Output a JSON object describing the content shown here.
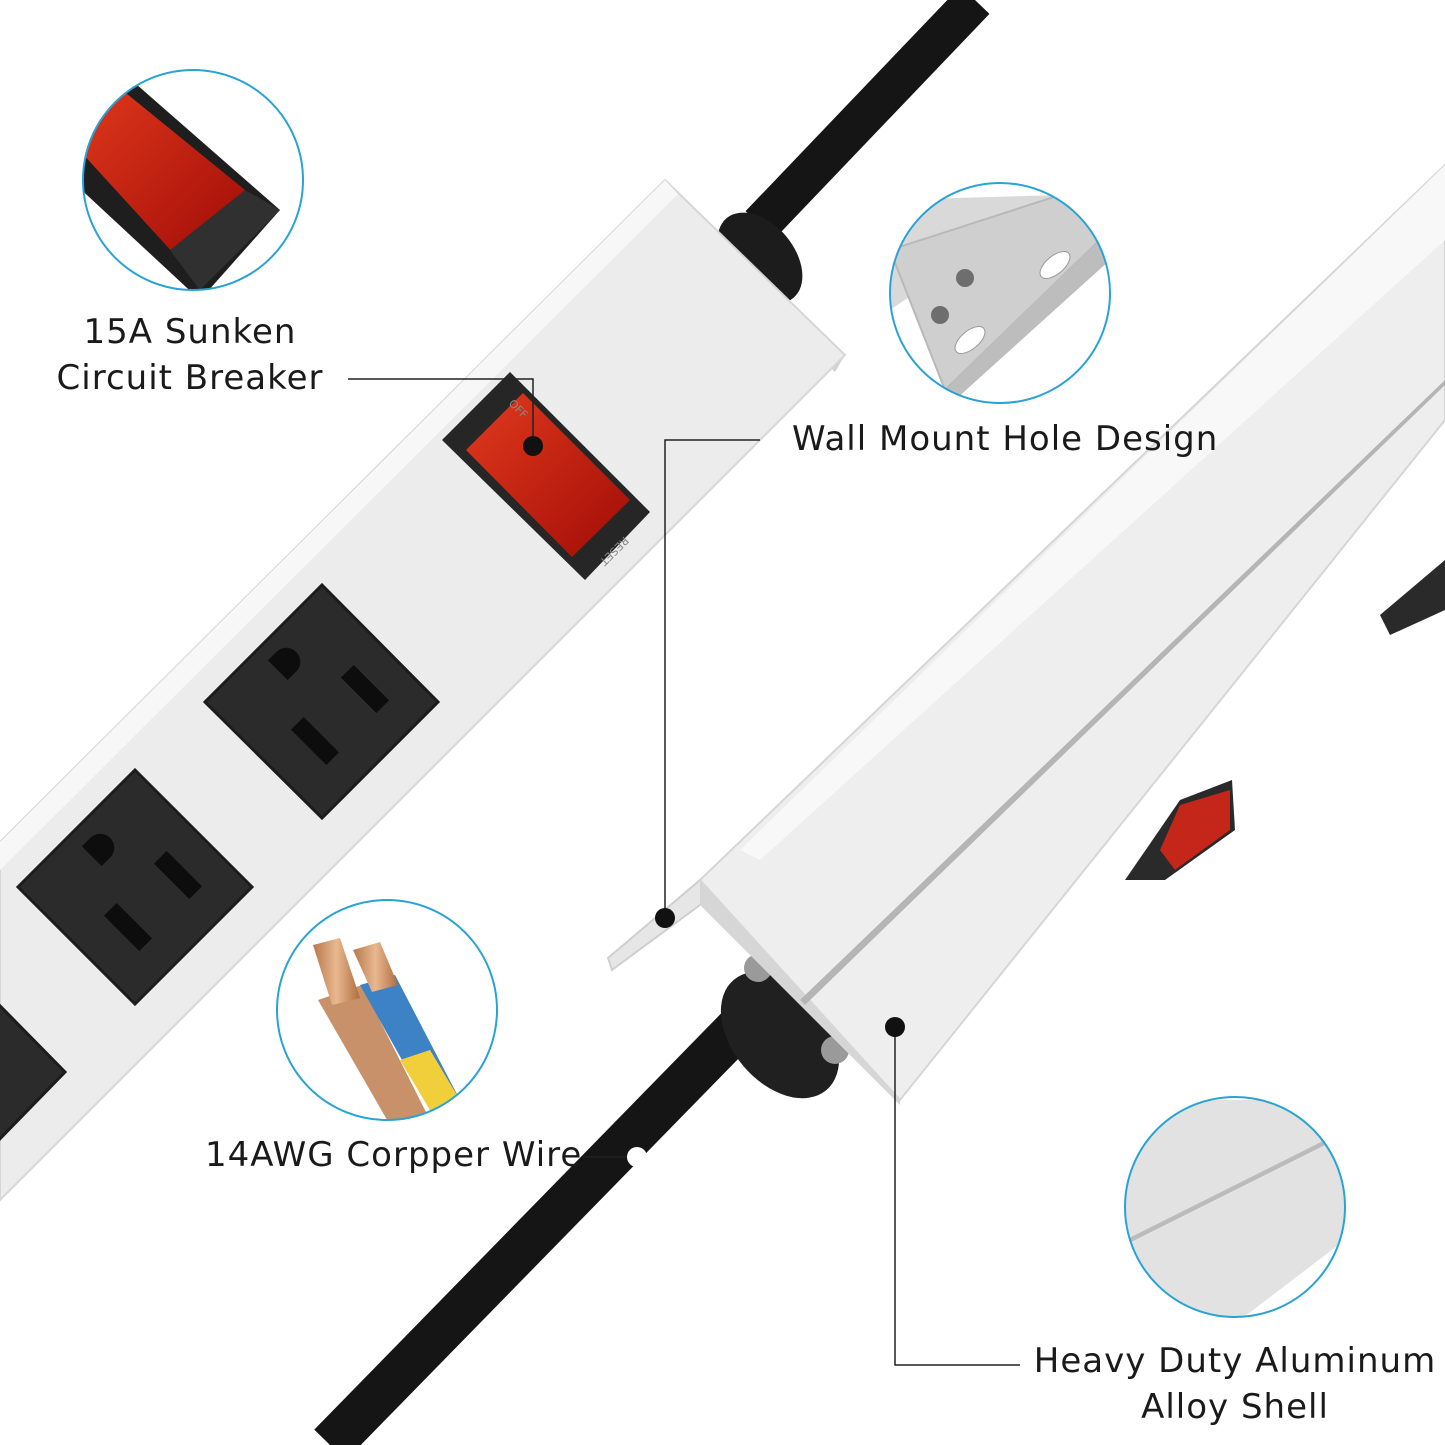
{
  "callouts": {
    "breaker": {
      "line1": "15A Sunken",
      "line2": "Circuit Breaker"
    },
    "wall_mount": {
      "text": "Wall Mount Hole Design"
    },
    "wire": {
      "text": "14AWG Corpper Wire"
    },
    "shell": {
      "line1": "Heavy Duty Aluminum",
      "line2": "Alloy Shell"
    }
  },
  "switch_markings": {
    "top": "OFF",
    "bottom": "RESET"
  },
  "colors": {
    "accent_circle": "#29a3d4",
    "switch_red": "#c8140c",
    "outlet_black": "#2b2b2b",
    "cord_black": "#151515",
    "housing": "#ececec"
  },
  "icons": {
    "breaker_detail": "red-rocker-switch-icon",
    "bracket_detail": "mounting-bracket-icon",
    "wire_detail": "copper-wire-icon",
    "shell_detail": "aluminum-shell-icon"
  }
}
